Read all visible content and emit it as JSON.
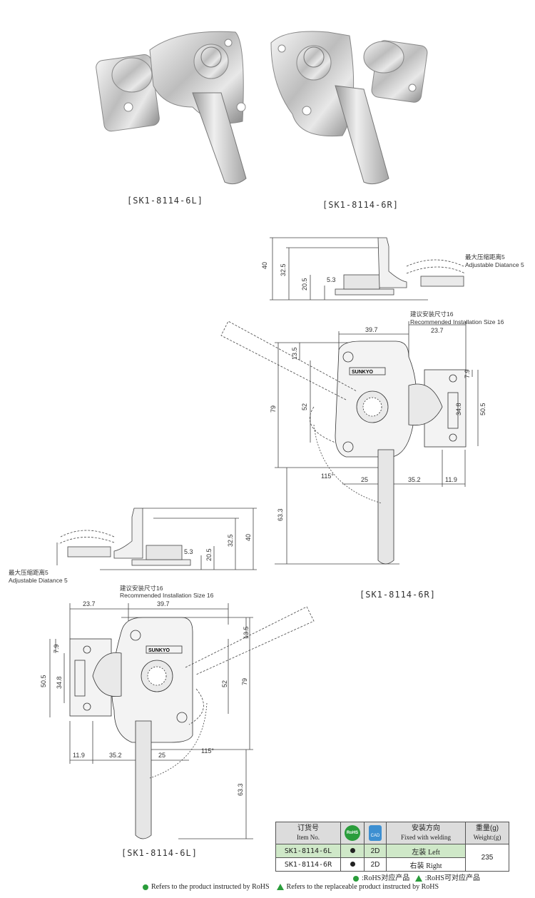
{
  "photos": {
    "left_caption": "[SK1-8114-6L]",
    "right_caption": "[SK1-8114-6R]"
  },
  "drawing_top": {
    "dims": {
      "d40": "40",
      "d325": "32.5",
      "d205": "20.5",
      "d53": "5.3"
    },
    "note_zh": "最大压缩距离5",
    "note_en": "Adjustable Diatance 5"
  },
  "drawing_right": {
    "install_zh": "建议安装尺寸16",
    "install_en": "Recommended Installation Size 16",
    "dims": {
      "d397": "39.7",
      "d237": "23.7",
      "d135": "13.5",
      "d79": "79",
      "d52": "52",
      "d79b": "7.9",
      "d348": "34.8",
      "d505": "50.5",
      "d115": "115°",
      "d25": "25",
      "d352": "35.2",
      "d119": "11.9",
      "d633": "63.3"
    },
    "brand": "SUNKYO",
    "caption": "[SK1-8114-6R]"
  },
  "drawing_side_left": {
    "dims": {
      "d40": "40",
      "d325": "32.5",
      "d205": "20.5",
      "d53": "5.3"
    },
    "note_zh": "最大压缩距离5",
    "note_en": "Adjustable Diatance 5"
  },
  "drawing_left": {
    "install_zh": "建议安装尺寸16",
    "install_en": "Recommended Installation Size 16",
    "dims": {
      "d237": "23.7",
      "d397": "39.7",
      "d79b": "7.9",
      "d135": "13.5",
      "d505": "50.5",
      "d348": "34.8",
      "d52": "52",
      "d79": "79",
      "d119": "11.9",
      "d352": "35.2",
      "d25": "25",
      "d115": "115°",
      "d633": "63.3"
    },
    "brand": "SUNKYO",
    "caption": "[SK1-8114-6L]"
  },
  "table": {
    "h_item_zh": "订货号",
    "h_item_en": "Item No.",
    "h_rohs": "RoHS",
    "h_cad": "CAD",
    "h_fix_zh": "安装方向",
    "h_fix_en": "Fixed with welding",
    "h_weight_zh": "重量(g)",
    "h_weight_en": "Weight:(g)",
    "rows": [
      {
        "item": "SK1-8114-6L",
        "cad": "2D",
        "fix_zh": "左装",
        "fix_en": "Left"
      },
      {
        "item": "SK1-8114-6R",
        "cad": "2D",
        "fix_zh": "右装",
        "fix_en": "Right"
      }
    ],
    "weight": "235"
  },
  "legend": {
    "rohs_zh": ":RoHS对应产品",
    "rohs_repl_zh": ":RoHS可对应产品",
    "rohs_en": "Refers to the product instructed by RoHS",
    "rohs_repl_en": "Refers to the replaceable product instructed by RoHS"
  },
  "colors": {
    "accent_green": "#2a9d3b",
    "row_highlight": "#cfe8c8",
    "header_gray": "#dcdcdc"
  }
}
